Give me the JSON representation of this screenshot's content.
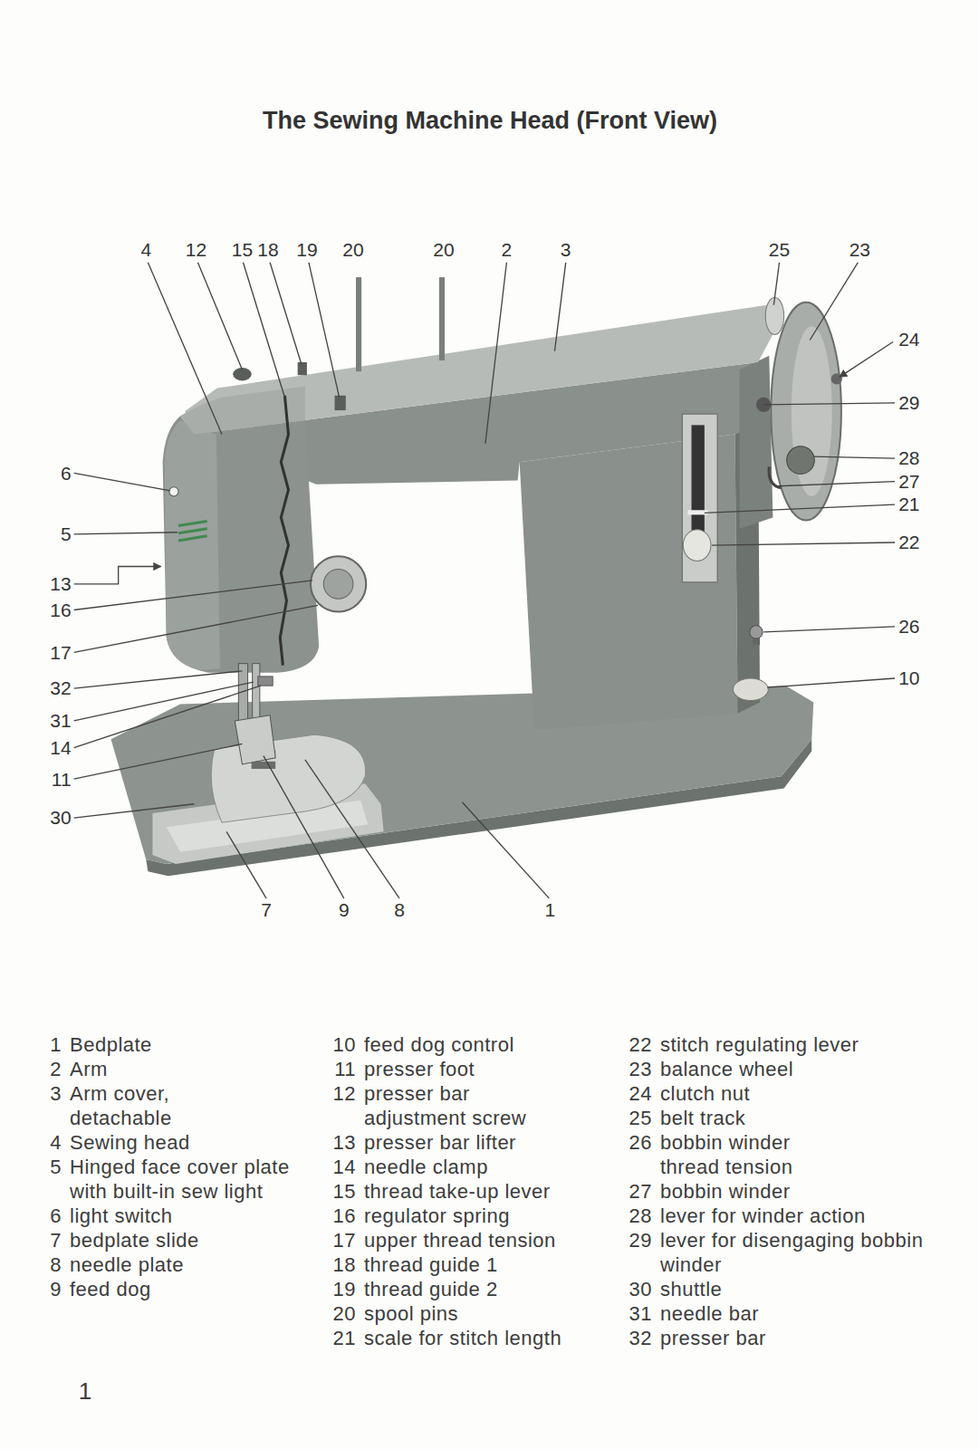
{
  "diagram": {
    "title": "The Sewing Machine Head (Front View)",
    "labels": [
      "4",
      "12",
      "15",
      "18",
      "19",
      "20",
      "20",
      "2",
      "3",
      "25",
      "23",
      "24",
      "29",
      "28",
      "27",
      "21",
      "22",
      "26",
      "10",
      "6",
      "5",
      "13",
      "16",
      "17",
      "32",
      "31",
      "14",
      "11",
      "30",
      "7",
      "9",
      "8",
      "1",
      "1",
      "Bedplate",
      "2",
      "Arm",
      "3",
      "Arm cover, detachable",
      "4",
      "Sewing head",
      "5",
      "Hinged face cover plate with built-in sew light",
      "6",
      "light switch",
      "7",
      "bedplate slide",
      "8",
      "needle plate",
      "9",
      "feed dog",
      "10",
      "feed dog control",
      "11",
      "presser foot",
      "12",
      "presser bar adjustment screw",
      "13",
      "presser bar lifter",
      "14",
      "needle clamp",
      "15",
      "thread take-up lever",
      "16",
      "regulator spring",
      "17",
      "upper thread tension",
      "18",
      "thread guide 1",
      "19",
      "thread guide 2",
      "20",
      "spool pins",
      "21",
      "scale for stitch length",
      "22",
      "stitch regulating lever",
      "23",
      "balance wheel",
      "24",
      "clutch nut",
      "25",
      "belt track",
      "26",
      "bobbin winder thread tension",
      "27",
      "bobbin winder",
      "28",
      "lever for winder action",
      "29",
      "lever for disengaging bobbin winder",
      "30",
      "shuttle",
      "31",
      "needle bar",
      "32",
      "presser bar",
      "1"
    ]
  }
}
